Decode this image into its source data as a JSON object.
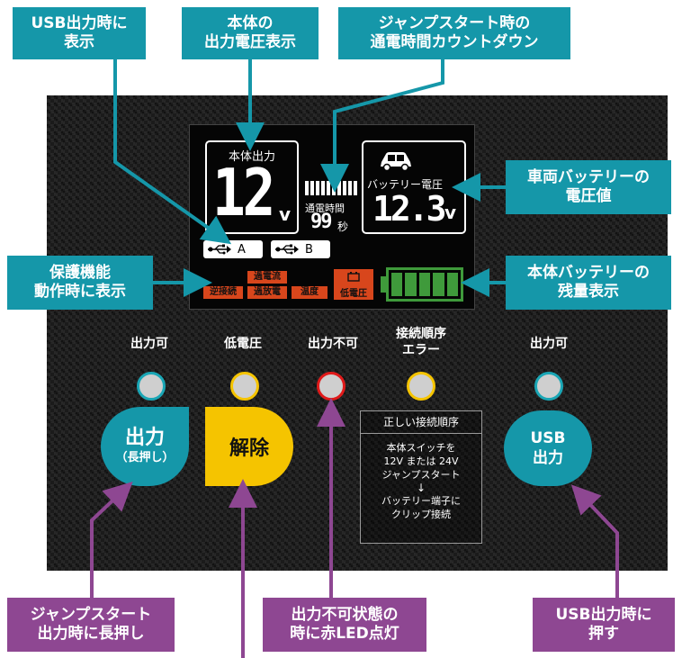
{
  "callouts": {
    "usb_display": "USB出力時に\n表示",
    "body_voltage": "本体の\n出力電圧表示",
    "jump_countdown": "ジャンプスタート時の\n通電時間カウントダウン",
    "vehicle_voltage": "車両バッテリーの\n電圧値",
    "protection": "保護機能\n動作時に表示",
    "battery_level": "本体バッテリーの\n残量表示",
    "jump_longpress": "ジャンプスタート\n出力時に長押し",
    "red_led": "出力不可状態の\n時に赤LED点灯",
    "usb_press": "USB出力時に\n押す"
  },
  "lcd": {
    "output_label": "本体出力",
    "output_value": "12",
    "output_unit": "v",
    "timer_label": "通電時間",
    "timer_value": "99",
    "timer_unit": "秒",
    "battery_label": "バッテリー電圧",
    "battery_value": "12.3",
    "battery_unit": "v",
    "usb_a": "A",
    "usb_b": "B",
    "errors": {
      "reverse": "逆接続",
      "overcurrent": "過電流",
      "overdischarge": "過放電",
      "temperature": "温度",
      "low_voltage": "低電圧"
    }
  },
  "indicators": {
    "output_ok": "出力可",
    "low_voltage": "低電圧",
    "output_ng": "出力不可",
    "order_error": "接続順序\nエラー",
    "usb_ok": "出力可"
  },
  "buttons": {
    "output": "出力",
    "output_sub": "（長押し）",
    "release": "解除",
    "usb": "USB\n出力"
  },
  "sequence": {
    "title": "正しい接続順序",
    "step1": "本体スイッチを\n12V または 24V\nジャンプスタート",
    "arrow": "↓",
    "step2": "バッテリー端子に\nクリップ接続"
  },
  "icons": {
    "car": "car-icon",
    "usb": "usb-icon",
    "battery_error": "battery-icon"
  },
  "colors": {
    "teal": "#1597a9",
    "purple": "#8e4792",
    "error_red": "#d8461c",
    "battery_green": "#3f9a3b",
    "button_yellow": "#f5c400"
  }
}
